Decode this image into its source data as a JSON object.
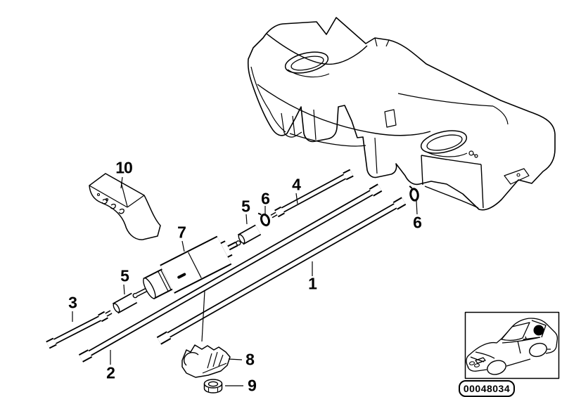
{
  "diagram": {
    "description": "Exploded parts line diagram: fuel tank with fuel feed/return pipes, inline fuel filter, hoses, clamps, bracket, pipe holder and nut",
    "background": "#ffffff",
    "line_color": "#000000"
  },
  "callouts": [
    {
      "label": "10"
    },
    {
      "label": "7"
    },
    {
      "label": "5"
    },
    {
      "label": "6"
    },
    {
      "label": "4"
    },
    {
      "label": "6"
    },
    {
      "label": "1"
    },
    {
      "label": "5"
    },
    {
      "label": "3"
    },
    {
      "label": "2"
    },
    {
      "label": "8"
    },
    {
      "label": "9"
    }
  ],
  "inset": {
    "code": "00048034"
  }
}
